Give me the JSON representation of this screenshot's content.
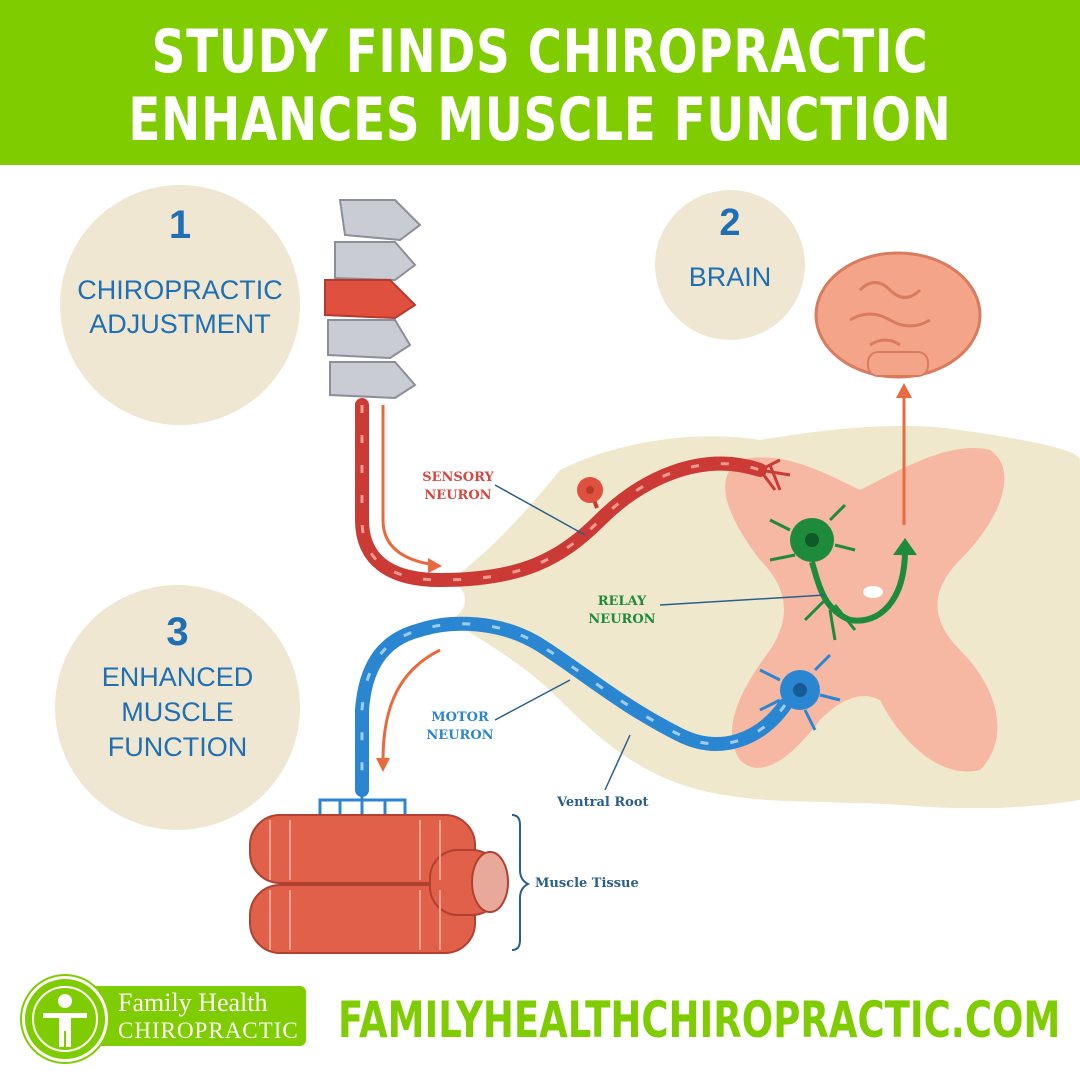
{
  "header": {
    "line1": "STUDY FINDS CHIROPRACTIC",
    "line2": "ENHANCES MUSCLE FUNCTION"
  },
  "steps": [
    {
      "number": "1",
      "line1": "CHIROPRACTIC",
      "line2": "ADJUSTMENT",
      "line3": ""
    },
    {
      "number": "2",
      "line1": "BRAIN",
      "line2": "",
      "line3": ""
    },
    {
      "number": "3",
      "line1": "ENHANCED",
      "line2": "MUSCLE",
      "line3": "FUNCTION"
    }
  ],
  "labels": {
    "sensory_1": "SENSORY",
    "sensory_2": "NEURON",
    "relay_1": "RELAY",
    "relay_2": "NEURON",
    "motor_1": "MOTOR",
    "motor_2": "NEURON",
    "ventral_root": "Ventral Root",
    "muscle_tissue": "Muscle Tissue"
  },
  "footer": {
    "logo_line1": "Family Health",
    "logo_line2": "CHIROPRACTIC",
    "website": "FAMILYHEALTHCHIROPRACTIC.COM"
  },
  "colors": {
    "brand_green": "#7fcd00",
    "step_blue": "#1e6fb4",
    "sensory_red": "#d8463f",
    "relay_green": "#1e8a3c",
    "motor_blue": "#2a86d0"
  }
}
